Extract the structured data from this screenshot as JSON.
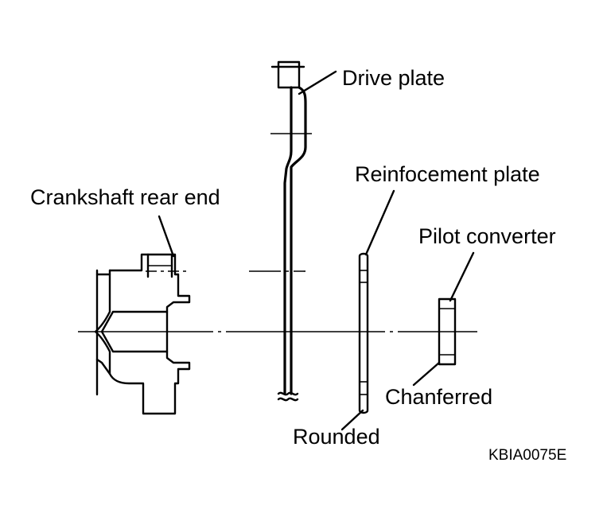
{
  "labels": {
    "drive_plate": "Drive plate",
    "reinforcement_plate": "Reinfocement plate",
    "crankshaft_rear_end": "Crankshaft rear end",
    "pilot_converter": "Pilot converter",
    "chanferred": "Chanferred",
    "rounded": "Rounded",
    "figure_code": "KBIA0075E"
  },
  "colors": {
    "ink": "#000000",
    "background": "#ffffff"
  }
}
